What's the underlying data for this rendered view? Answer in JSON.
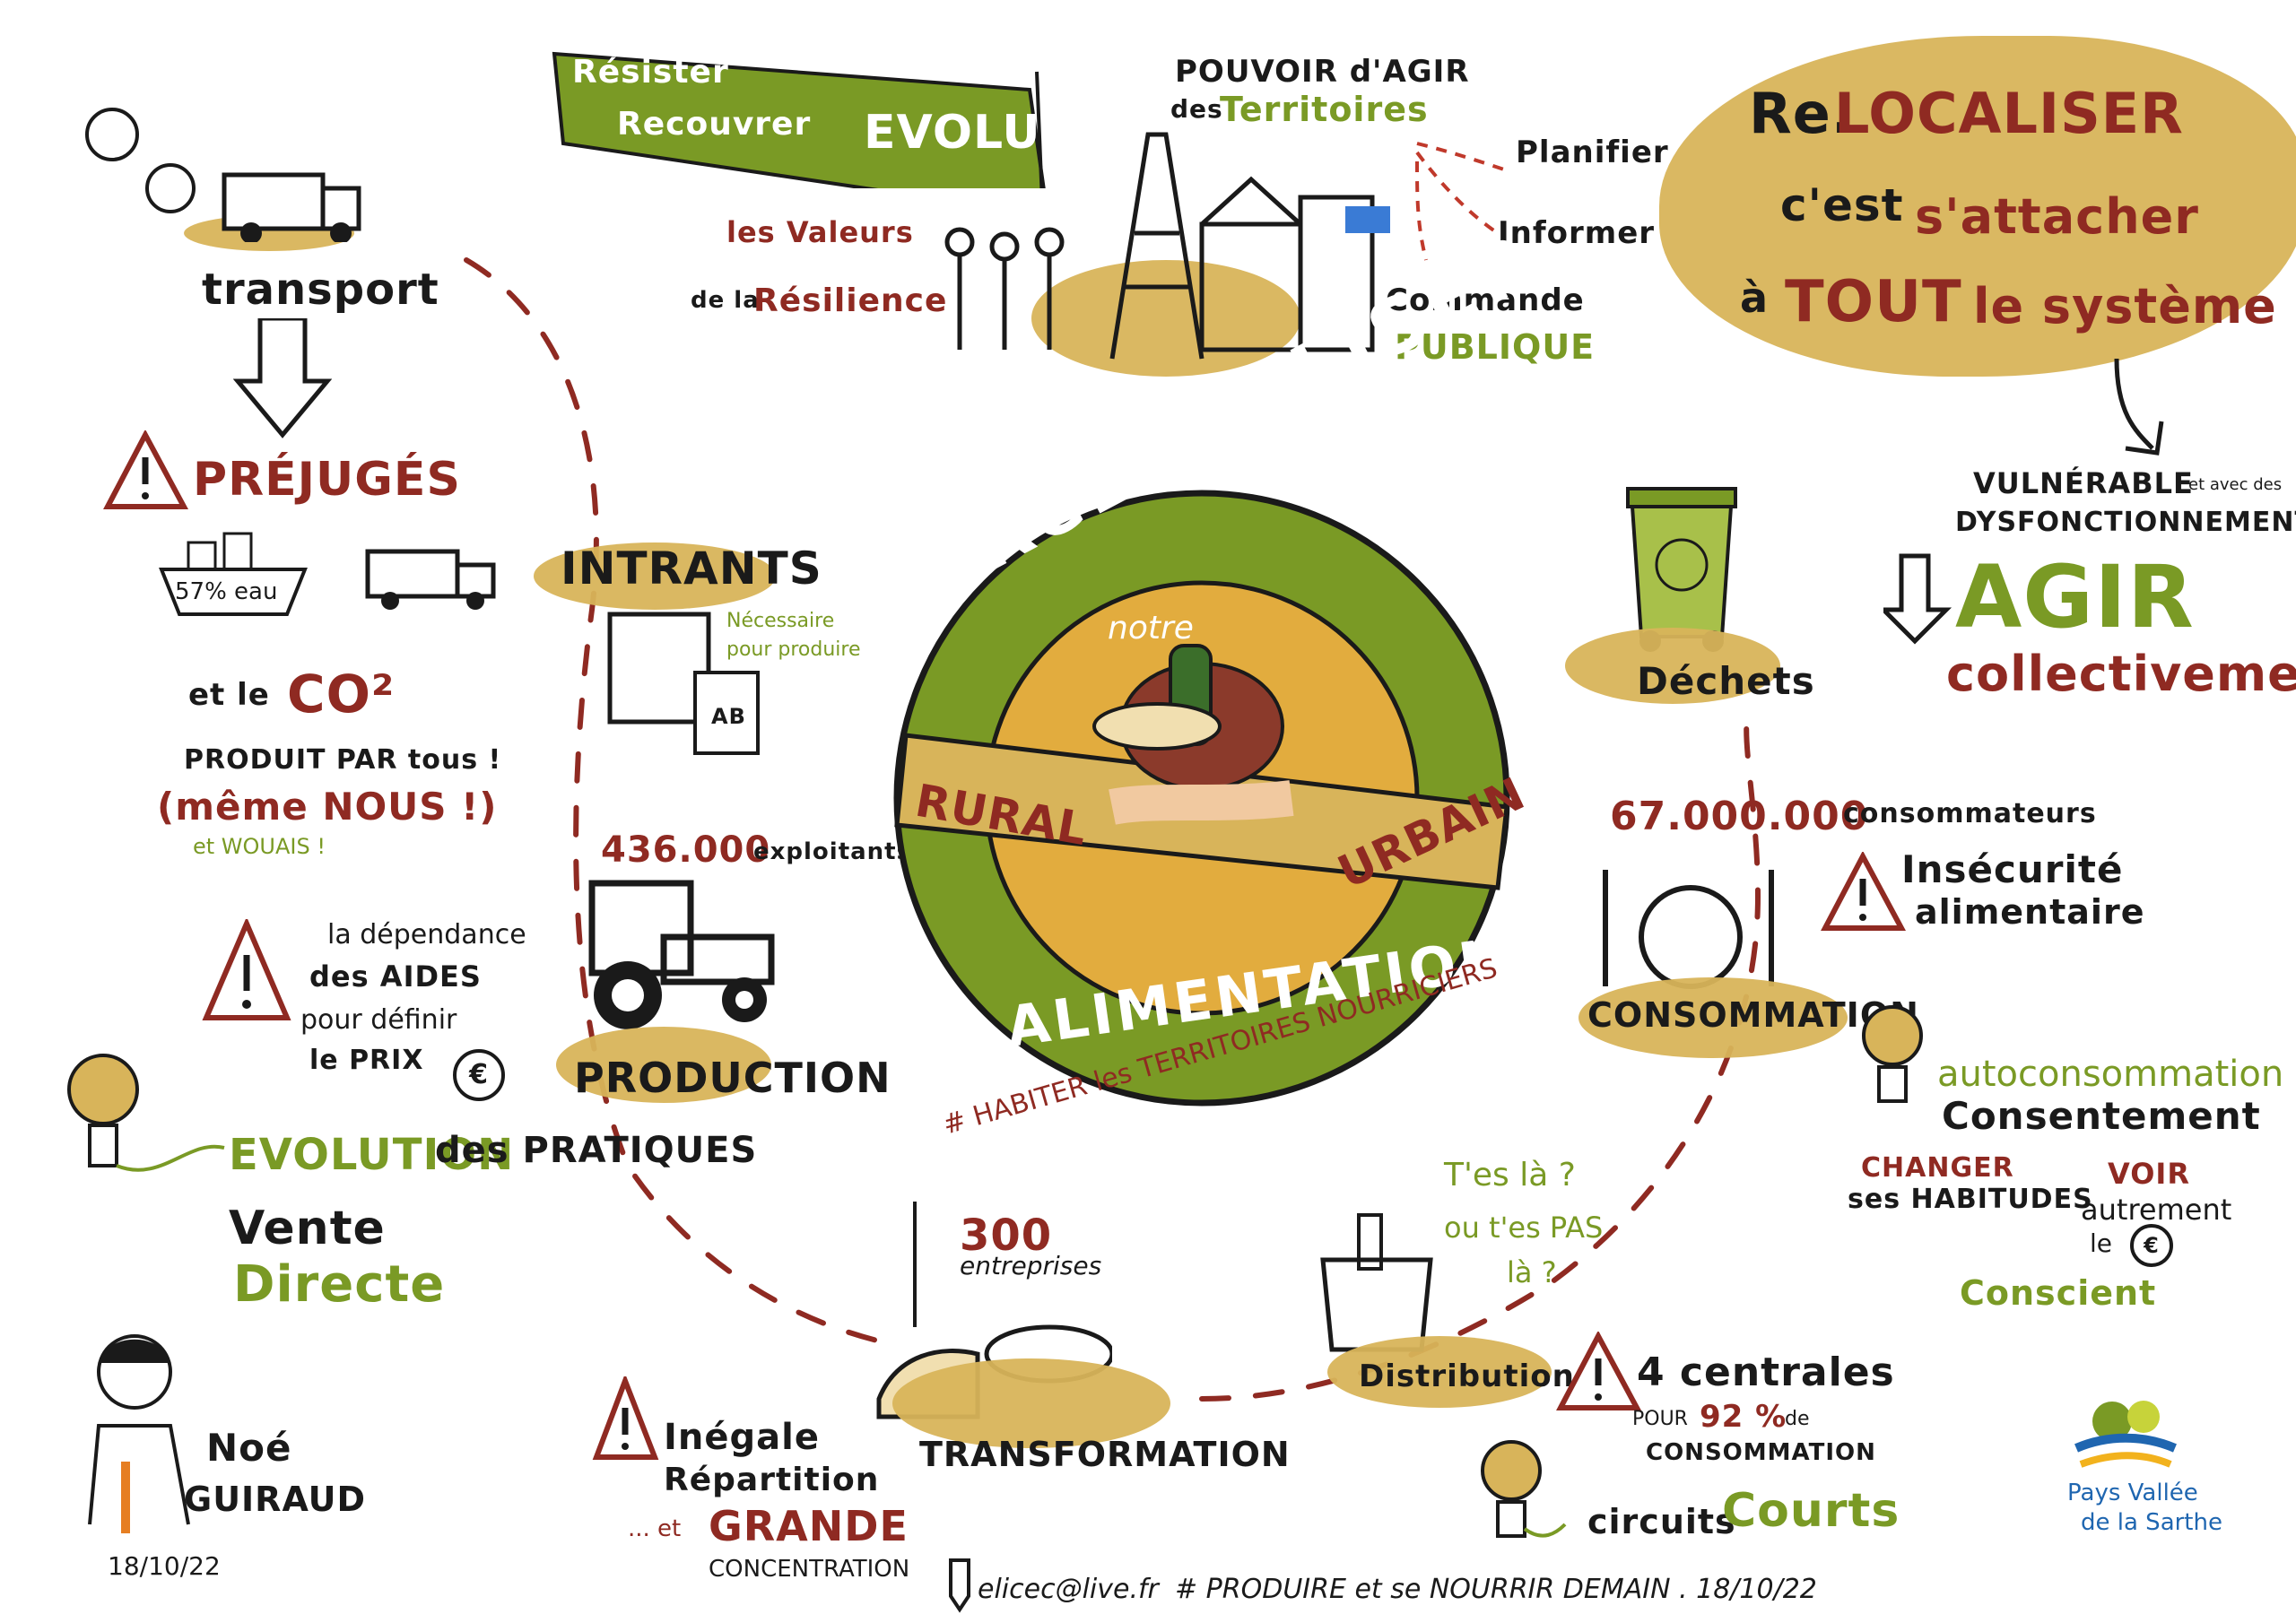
{
  "colors": {
    "green": "#7a9a25",
    "gold": "#d8b45a",
    "red": "#8f2a22",
    "ink": "#1a1a1a"
  },
  "banner": {
    "line1": "Résister",
    "line2": "Recouvrer",
    "line3": "EVOLUER"
  },
  "pouvoir": {
    "line1": "POUVOIR d'AGIR",
    "line2a": "des",
    "line2b": "Territoires"
  },
  "planifier": "Planifier",
  "informer": "Informer",
  "commande": {
    "line1": "Commande",
    "line2": "PUBLIQUE"
  },
  "valeurs": {
    "line1": "les Valeurs",
    "line2a": "de la",
    "line2b": "Résilience"
  },
  "relocaliser_box": {
    "line1a": "Re.",
    "line1b": "LOCALISER",
    "line2a": "c'est",
    "line2b": "s'attacher",
    "line3a": "à",
    "line3b": "TOUT",
    "line3c": "le système"
  },
  "vulnerable": {
    "line1": "VULNÉRABLE",
    "line1b": "et avec des",
    "line2": "DYSFONCTIONNEMENTS"
  },
  "agir": {
    "line1": "AGIR",
    "line2": "collectivement"
  },
  "transport": "transport",
  "prejuges": "PRÉJUGÉS",
  "eau": "57% eau",
  "co2": {
    "line1a": "et le",
    "line1b": "CO²",
    "line2": "PRODUIT PAR tous !",
    "line3": "(même NOUS !)",
    "line4": "et WOUAIS !"
  },
  "dependance": {
    "line1": "la dépendance",
    "line2": "des AIDES",
    "line3": "pour définir",
    "line4": "le PRIX",
    "euro": "€"
  },
  "evolution": {
    "line1a": "EVOLUTION",
    "line1b": "des PRATIQUES",
    "line2": "Vente",
    "line3": "Directe"
  },
  "author": {
    "line1": "Noé",
    "line2": "GUIRAUD",
    "date": "18/10/22"
  },
  "intrants": {
    "title": "INTRANTS",
    "note1": "Nécessaire",
    "note2": "pour produire",
    "ab": "AB"
  },
  "exploitants": {
    "number": "436.000",
    "label": "exploitants"
  },
  "production": "PRODUCTION",
  "centre": {
    "title": "ReLOCALISER",
    "notre": "notre",
    "bottom": "ALIMENTATION",
    "rural": "RURAL",
    "urbain": "URBAIN",
    "hashtag": "# HABITER les TERRITOIRES NOURRICIERS"
  },
  "dechets": "Déchets",
  "consommateurs": {
    "number": "67.000.000",
    "label": "consommateurs"
  },
  "insecurite": {
    "line1": "Insécurité",
    "line2": "alimentaire"
  },
  "consommation": "CONSOMMATION",
  "cycle": {
    "autocons": "autoconsommation",
    "consent": "Consentement",
    "changer1": "CHANGER",
    "changer2": "ses HABITUDES",
    "voir1": "VOIR",
    "voir2": "autrement",
    "voir3": "le",
    "conscient": "Conscient",
    "euro": "€"
  },
  "entreprises": {
    "number": "300",
    "label": "entreprises"
  },
  "transformation": "TRANSFORMATION",
  "tesla": {
    "line1": "T'es là ?",
    "line2": "ou t'es PAS",
    "line3": "là ?"
  },
  "distribution": "Distribution",
  "centrales": {
    "line1": "4 centrales",
    "line2a": "POUR",
    "line2b": "92 %",
    "line2c": "de",
    "line3": "CONSOMMATION"
  },
  "circuits": {
    "a": "circuits",
    "b": "Courts"
  },
  "inegale": {
    "line1": "Inégale",
    "line2": "Répartition",
    "line3a": "... et",
    "line3b": "GRANDE",
    "line4": "CONCENTRATION"
  },
  "footer": {
    "email": "elicec@live.fr",
    "hashtag": "# PRODUIRE et se NOURRIR DEMAIN . 18/10/22"
  },
  "logo": {
    "line1": "Pays Vallée",
    "line2": "de la Sarthe"
  }
}
